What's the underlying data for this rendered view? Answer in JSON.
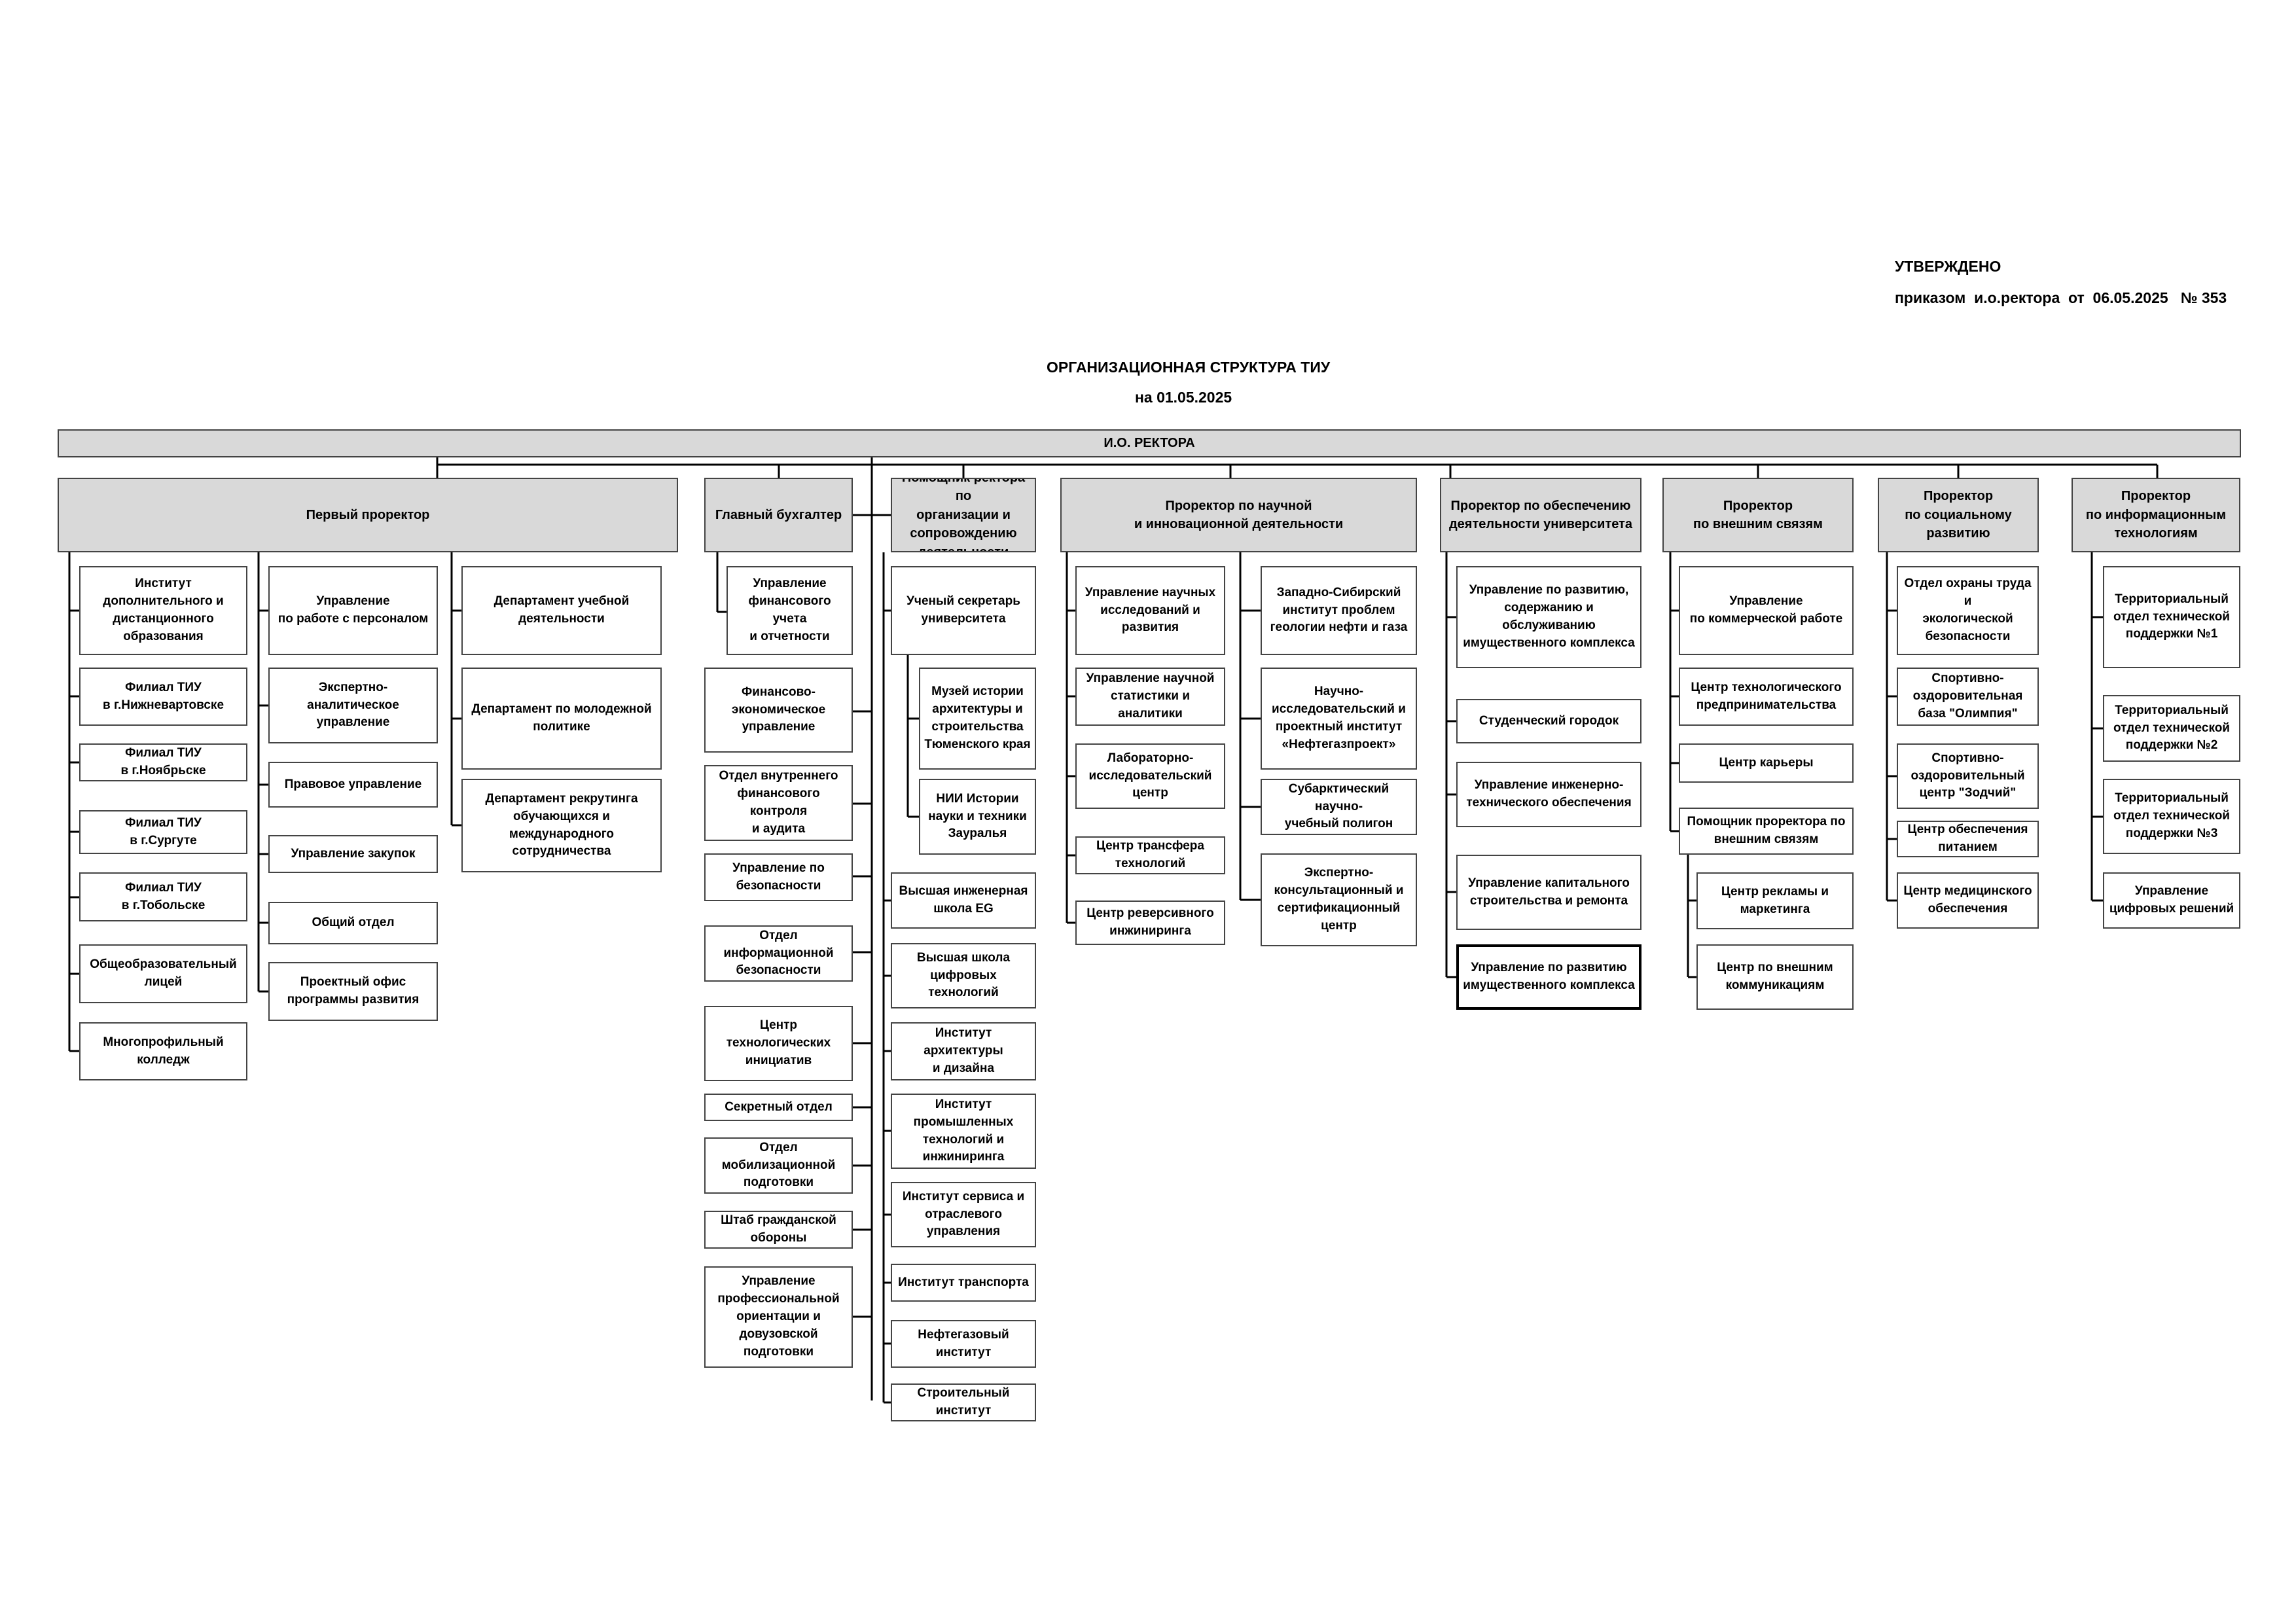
{
  "approval": {
    "title": "УТВЕРЖДЕНО",
    "order": "приказом  и.о.ректора  от  06.05.2025   № 353"
  },
  "doc": {
    "title": "ОРГАНИЗАЦИОННАЯ СТРУКТУРА ТИУ",
    "date": "на 01.05.2025"
  },
  "rector": "И.О. РЕКТОРА",
  "first_prorector": {
    "title": "Первый проректор",
    "col1": [
      "Институт\nдополнительного и\nдистанционного\nобразования",
      "Филиал ТИУ\nв г.Нижневартовске",
      "Филиал ТИУ\nв г.Ноябрьске",
      "Филиал ТИУ\nв г.Сургуте",
      "Филиал ТИУ\nв г.Тобольске",
      "Общеобразовательный\nлицей",
      "Многопрофильный\nколледж"
    ],
    "col2": [
      "Управление\nпо работе с персоналом",
      "Экспертно-аналитическое\nуправление",
      "Правовое управление",
      "Управление закупок",
      "Общий отдел",
      "Проектный офис\nпрограммы развития"
    ],
    "col3": [
      "Департамент учебной\nдеятельности",
      "Департамент по молодежной\nполитике",
      "Департамент рекрутинга\nобучающихся и\nмеждународного\nсотрудничества"
    ]
  },
  "chief_accountant": {
    "title": "Главный бухгалтер",
    "sub": "Управление\nфинансового учета\nи отчетности"
  },
  "rector_direct": [
    "Финансово-\nэкономическое\nуправление",
    "Отдел внутреннего\nфинансового контроля\nи аудита",
    "Управление по\nбезопасности",
    "Отдел\nинформационной\nбезопасности",
    "Центр\nтехнологических\nинициатив",
    "Секретный отдел",
    "Отдел\nмобилизационной\nподготовки",
    "Штаб гражданской\nобороны",
    "Управление\nпрофессиональной\nориентации и\nдовузовской\nподготовки"
  ],
  "assistant": {
    "title": "Помощник ректора по\nорганизации и\nсопровождению\nдеятельности",
    "secretary": "Ученый секретарь\nуниверситета",
    "secretary_sub": [
      "Музей истории\nархитектуры и\nстроительства\nТюменского края",
      "НИИ Истории\nнауки и техники\nЗауралья"
    ],
    "institutes": [
      "Высшая инженерная\nшкола EG",
      "Высшая школа\nцифровых\nтехнологий",
      "Институт архитектуры\nи дизайна",
      "Институт\nпромышленных\nтехнологий и\nинжиниринга",
      "Институт сервиса и\nотраслевого\nуправления",
      "Институт транспорта",
      "Нефтегазовый\nинститут",
      "Строительный\nинститут"
    ]
  },
  "science": {
    "title": "Проректор по научной\nи инновационной деятельности",
    "col1": [
      "Управление научных\nисследований и\nразвития",
      "Управление научной\nстатистики и\nаналитики",
      "Лабораторно-\nисследовательский\nцентр",
      "Центр трансфера\nтехнологий",
      "Центр реверсивного\nинжиниринга"
    ],
    "col2": [
      "Западно-Сибирский\nинститут проблем\nгеологии нефти и газа",
      "Научно-\nисследовательский и\nпроектный институт\n«Нефтегазпроект»",
      "Субарктический научно-\nучебный полигон",
      "Экспертно-\nконсультационный и\nсертификационный\nцентр"
    ]
  },
  "support": {
    "title": "Проректор по обеспечению\nдеятельности университета",
    "items": [
      "Управление по развитию,\nсодержанию и\nобслуживанию\nимущественного комплекса",
      "Студенческий городок",
      "Управление инженерно-\nтехнического обеспечения",
      "Управление капитального\nстроительства и ремонта",
      "Управление по развитию\nимущественного комплекса"
    ]
  },
  "external": {
    "title": "Проректор\nпо внешним связям",
    "items": [
      "Управление\nпо коммерческой работе",
      "Центр технологического\nпредпринимательства",
      "Центр карьеры",
      "Помощник проректора по\nвнешним связям"
    ],
    "assistant_sub": [
      "Центр рекламы и\nмаркетинга",
      "Центр по внешним\nкоммуникациям"
    ]
  },
  "social": {
    "title": "Проректор\nпо социальному\nразвитию",
    "items": [
      "Отдел охраны труда и\nэкологической\nбезопасности",
      "Спортивно-\nоздоровительная\nбаза \"Олимпия\"",
      "Спортивно-\nоздоровительный\nцентр \"Зодчий\"",
      "Центр обеспечения\nпитанием",
      "Центр медицинского\nобеспечения"
    ]
  },
  "it": {
    "title": "Проректор\nпо информационным\nтехнологиям",
    "items": [
      "Территориальный\nотдел технической\nподдержки №1",
      "Территориальный\nотдел технической\nподдержки №2",
      "Территориальный\nотдел технической\nподдержки №3",
      "Управление\nцифровых решений"
    ]
  }
}
